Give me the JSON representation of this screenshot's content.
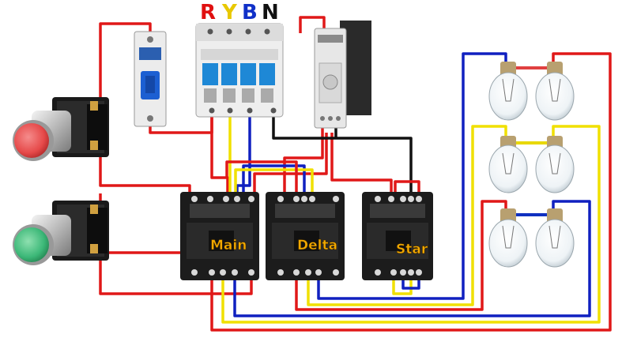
{
  "supply_labels": {
    "r": {
      "text": "R",
      "color": "#e01010"
    },
    "y": {
      "text": "Y",
      "color": "#e8c800"
    },
    "b": {
      "text": "B",
      "color": "#1030c8"
    },
    "n": {
      "text": "N",
      "color": "#111111"
    }
  },
  "contactors": {
    "main": "Main",
    "delta": "Delta",
    "star": "Star"
  },
  "buttons": {
    "stop_color": "#e64a4a",
    "start_color": "#3cb878"
  },
  "wire_colors": {
    "red": "#e01818",
    "yellow": "#f0e000",
    "blue": "#1020c0",
    "black": "#111111"
  },
  "lamps": {
    "count": 6,
    "link_colors": [
      "#e04040",
      "#e8d800",
      "#1030c0"
    ]
  }
}
